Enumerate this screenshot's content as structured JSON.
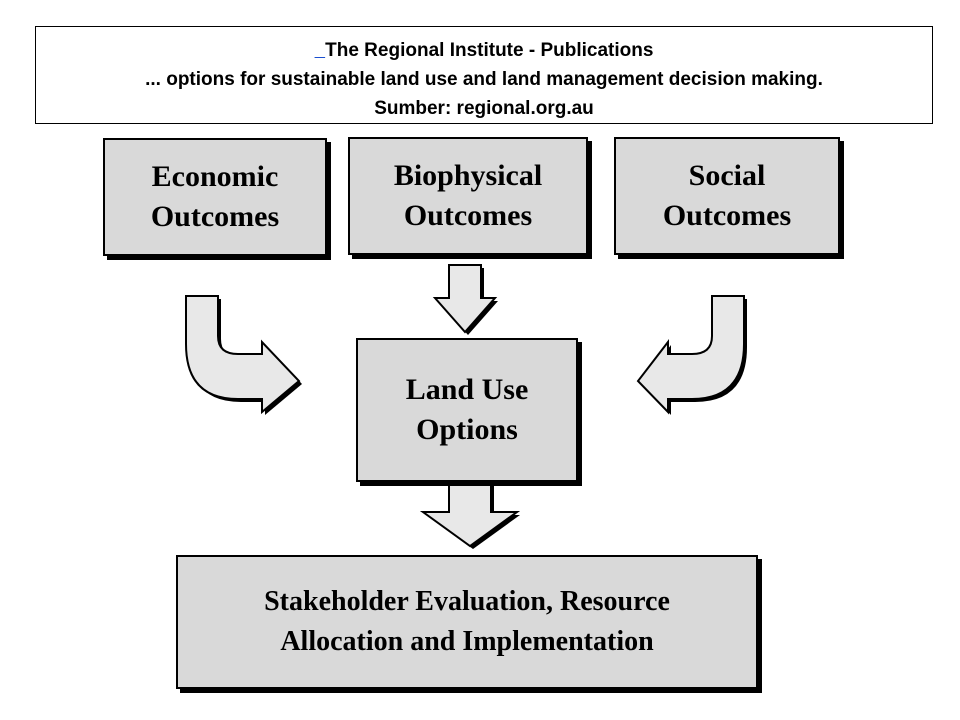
{
  "caption": {
    "line1": "The Regional Institute - Publications",
    "line2": "... options for sustainable land use and land management decision making.",
    "line3": "Sumber:  regional.org.au",
    "link_prefix": "  "
  },
  "diagram": {
    "economic": {
      "line1": "Economic",
      "line2": "Outcomes"
    },
    "biophysical": {
      "line1": "Biophysical",
      "line2": "Outcomes"
    },
    "social": {
      "line1": "Social",
      "line2": "Outcomes"
    },
    "land_use": {
      "line1": "Land Use",
      "line2": "Options"
    },
    "stakeholder": {
      "line1": "Stakeholder Evaluation, Resource",
      "line2": "Allocation and Implementation"
    }
  },
  "colors": {
    "box_fill": "#d9d9d9",
    "arrow_fill": "#e8e8e8",
    "outline": "#000000",
    "link": "#1a4fd0"
  },
  "icons": {
    "arrows": [
      "curved-right-arrow",
      "down-arrow",
      "curved-left-arrow",
      "down-arrow"
    ]
  }
}
